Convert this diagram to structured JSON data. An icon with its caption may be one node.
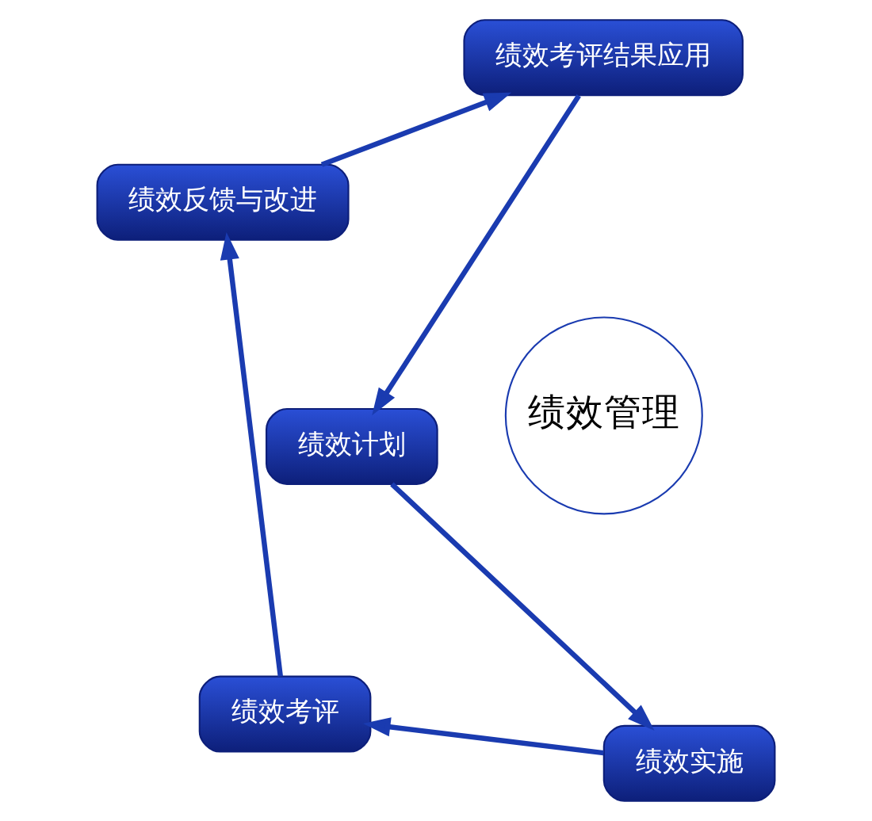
{
  "diagram": {
    "nodes": [
      {
        "text": [
          "绩效计划"
        ]
      },
      {
        "text": [
          "绩效实施"
        ]
      },
      {
        "text": [
          "绩效考评"
        ]
      },
      {
        "text": [
          "绩效反馈与改进"
        ]
      },
      {
        "text": [
          "绩效考评结果应用"
        ]
      },
      {
        "text": [
          "绩效管理"
        ]
      }
    ],
    "edges": [
      {
        "from": 0,
        "to": 1,
        "arrow": "to"
      },
      {
        "from": 1,
        "to": 2,
        "arrow": "to"
      },
      {
        "from": 2,
        "to": 3,
        "arrow": "to"
      },
      {
        "from": 3,
        "to": 4,
        "arrow": "to"
      },
      {
        "from": 4,
        "to": 0,
        "arrow": "to"
      }
    ]
  }
}
